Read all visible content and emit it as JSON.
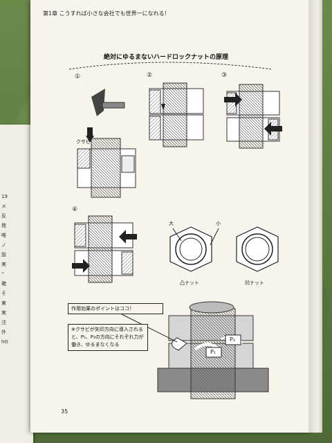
{
  "book": {
    "chapter_header": "第1章 こうすれば小さな会社でも世界一になれる！",
    "diagram_title": "絶対にゆるまないハードロックナットの原理",
    "page_number": "35"
  },
  "figures": {
    "step1": "①",
    "step2": "②",
    "step3": "③",
    "step4": "④",
    "kusabi_label": "クサビ",
    "big_label": "大",
    "small_label": "小",
    "convex_nut": "凸ナット",
    "concave_nut": "凹ナット",
    "point_label": "作用効果のポイントはココ！",
    "explanation": "※クサビが矢印方向に導入されると、P₁、P₂の方向にそれぞれ力が働き、ゆるまなくなる",
    "p1": "P₁",
    "p2": "P₂"
  },
  "back_page": {
    "lines": [
      "19",
      "メ",
      "反",
      "発",
      "唯",
      "ノ",
      "設",
      "実",
      "“",
      "確",
      "そ",
      "東",
      "実",
      "注",
      "外",
      "htt"
    ]
  }
}
